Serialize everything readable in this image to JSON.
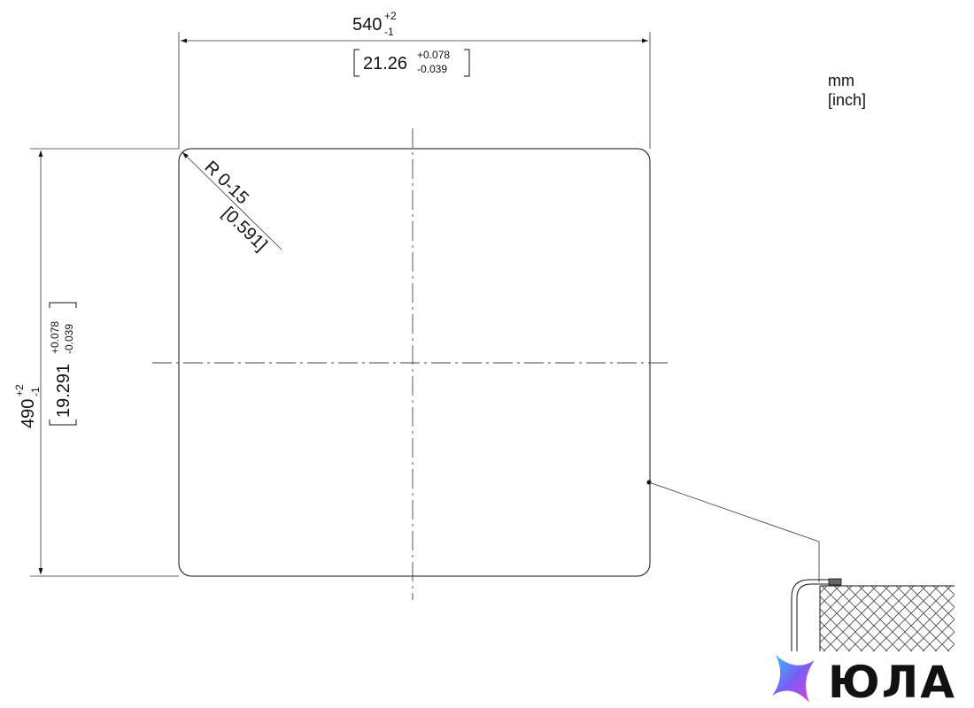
{
  "units": {
    "primary": "mm",
    "secondary": "[inch]"
  },
  "width_dim": {
    "nominal": "540",
    "tol_upper": "+2",
    "tol_lower": "-1",
    "inch_nominal": "21.26",
    "inch_tol_upper": "+0.078",
    "inch_tol_lower": "-0.039"
  },
  "height_dim": {
    "nominal": "490",
    "tol_upper": "+2",
    "tol_lower": "-1",
    "inch_nominal": "19.291",
    "inch_tol_upper": "+0.078",
    "inch_tol_lower": "-0.039"
  },
  "radius_dim": {
    "label": "R 0-15",
    "inch": "[0.591]"
  },
  "logo": {
    "text": "ЮЛА",
    "icon": "star-logo-icon"
  }
}
